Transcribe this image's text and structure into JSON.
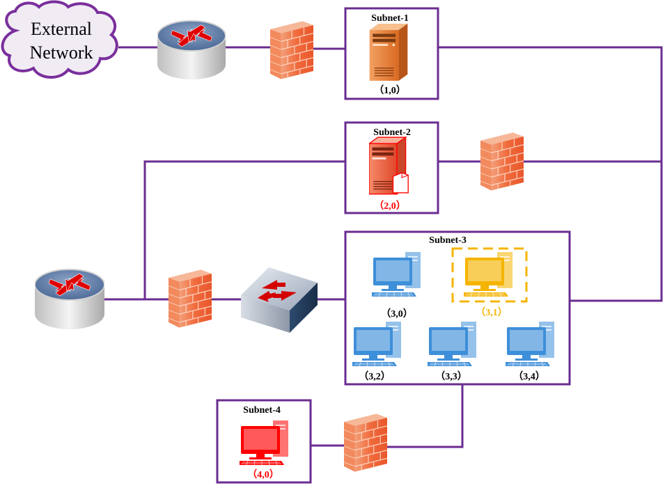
{
  "external": {
    "line1": "External",
    "line2": "Network"
  },
  "subnets": [
    {
      "id": "s1",
      "title": "Subnet-1",
      "hosts": [
        {
          "label": "（1,0）",
          "color": "#000000"
        }
      ]
    },
    {
      "id": "s2",
      "title": "Subnet-2",
      "hosts": [
        {
          "label": "（2,0）",
          "color": "#ff0000"
        }
      ]
    },
    {
      "id": "s3",
      "title": "Subnet-3",
      "hosts": [
        {
          "label": "（3,0）",
          "color": "#000000"
        },
        {
          "label": "（3,1）",
          "color": "#f5b400"
        },
        {
          "label": "（3,2）",
          "color": "#000000"
        },
        {
          "label": "（3,3）",
          "color": "#000000"
        },
        {
          "label": "（3,4）",
          "color": "#000000"
        }
      ]
    },
    {
      "id": "s4",
      "title": "Subnet-4",
      "hosts": [
        {
          "label": "（4,0）",
          "color": "#ff0000"
        }
      ]
    }
  ],
  "colors": {
    "link": "#6a2c91",
    "box_border": "#6a2c91",
    "compromised": "#ff0000",
    "target": "#f5b400",
    "host_pc": "#3e8fd9",
    "server": "#e07b2a"
  },
  "icons": [
    "cloud-icon",
    "router-icon",
    "firewall-icon",
    "switch-icon",
    "server-icon",
    "workstation-icon"
  ]
}
